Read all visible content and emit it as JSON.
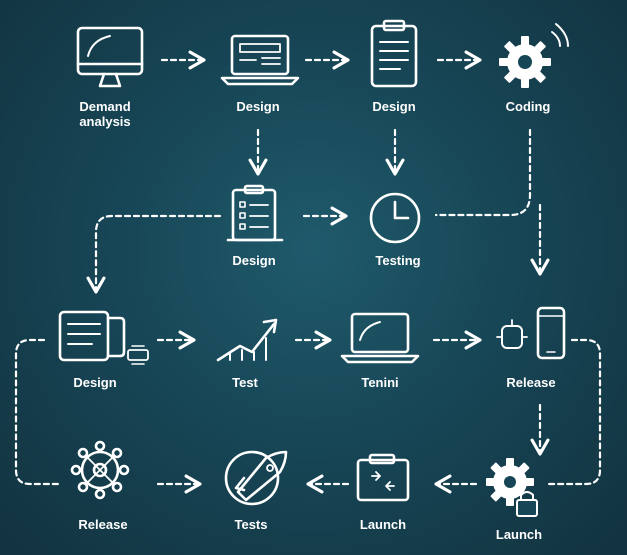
{
  "nodes": {
    "demand": {
      "label": "Demand\nanalysis",
      "icon": "monitor-icon"
    },
    "design_laptop": {
      "label": "Design",
      "icon": "laptop-icon"
    },
    "design_clipboard": {
      "label": "Design",
      "icon": "clipboard-icon"
    },
    "coding": {
      "label": "Coding",
      "icon": "gear-icon"
    },
    "design_checklist": {
      "label": "Design",
      "icon": "checklist-icon"
    },
    "testing": {
      "label": "Testing",
      "icon": "clock-icon"
    },
    "design_doc": {
      "label": "Design",
      "icon": "document-icon"
    },
    "test": {
      "label": "Test",
      "icon": "growth-chart-icon"
    },
    "tenini": {
      "label": "Tenini",
      "icon": "laptop-icon"
    },
    "release_phone": {
      "label": "Release",
      "icon": "smartphone-icon"
    },
    "release_network": {
      "label": "Release",
      "icon": "network-icon"
    },
    "tests": {
      "label": "Tests",
      "icon": "rocket-icon"
    },
    "launch_clipboard": {
      "label": "Launch",
      "icon": "clipboard-icon"
    },
    "launch_gear": {
      "label": "Launch",
      "icon": "gear-lock-icon"
    }
  },
  "colors": {
    "line": "#ffffff",
    "background": "#174656"
  }
}
